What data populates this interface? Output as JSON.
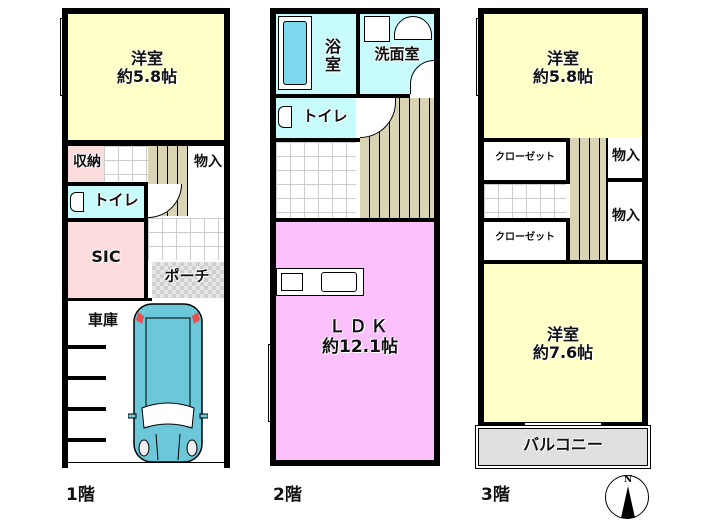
{
  "floors": [
    {
      "label": "1階",
      "rooms": {
        "western_room": {
          "name": "洋室",
          "size": "約5.8帖"
        },
        "storage": {
          "name": "収納"
        },
        "closet": {
          "name": "物入"
        },
        "toilet": {
          "name": "トイレ"
        },
        "sic": {
          "name": "SIC"
        },
        "porch": {
          "name": "ポーチ"
        },
        "garage": {
          "name": "車庫"
        }
      }
    },
    {
      "label": "2階",
      "rooms": {
        "bath": {
          "name_line1": "浴",
          "name_line2": "室"
        },
        "washroom": {
          "name": "洗面室"
        },
        "toilet": {
          "name": "トイレ"
        },
        "ldk": {
          "name": "ＬＤＫ",
          "size": "約12.1帖"
        }
      }
    },
    {
      "label": "3階",
      "rooms": {
        "western_room_north": {
          "name": "洋室",
          "size": "約5.8帖"
        },
        "closet_upper": {
          "name": "クローゼット"
        },
        "closet_lower": {
          "name": "クローゼット"
        },
        "storage_upper": {
          "name": "物入"
        },
        "storage_lower": {
          "name": "物入"
        },
        "western_room_south": {
          "name": "洋室",
          "size": "約7.6帖"
        },
        "balcony": {
          "name": "バルコニー"
        }
      }
    }
  ],
  "compass": {
    "north_label": "N"
  },
  "colors": {
    "western_room": "#ffffc8",
    "storage": "#fcdcdc",
    "wet_area": "#c8fcfc",
    "ldk": "#fcc0fc",
    "stairs": "#d8d4b4",
    "balcony": "#e0e0e0",
    "car": "#6cc8d8"
  }
}
